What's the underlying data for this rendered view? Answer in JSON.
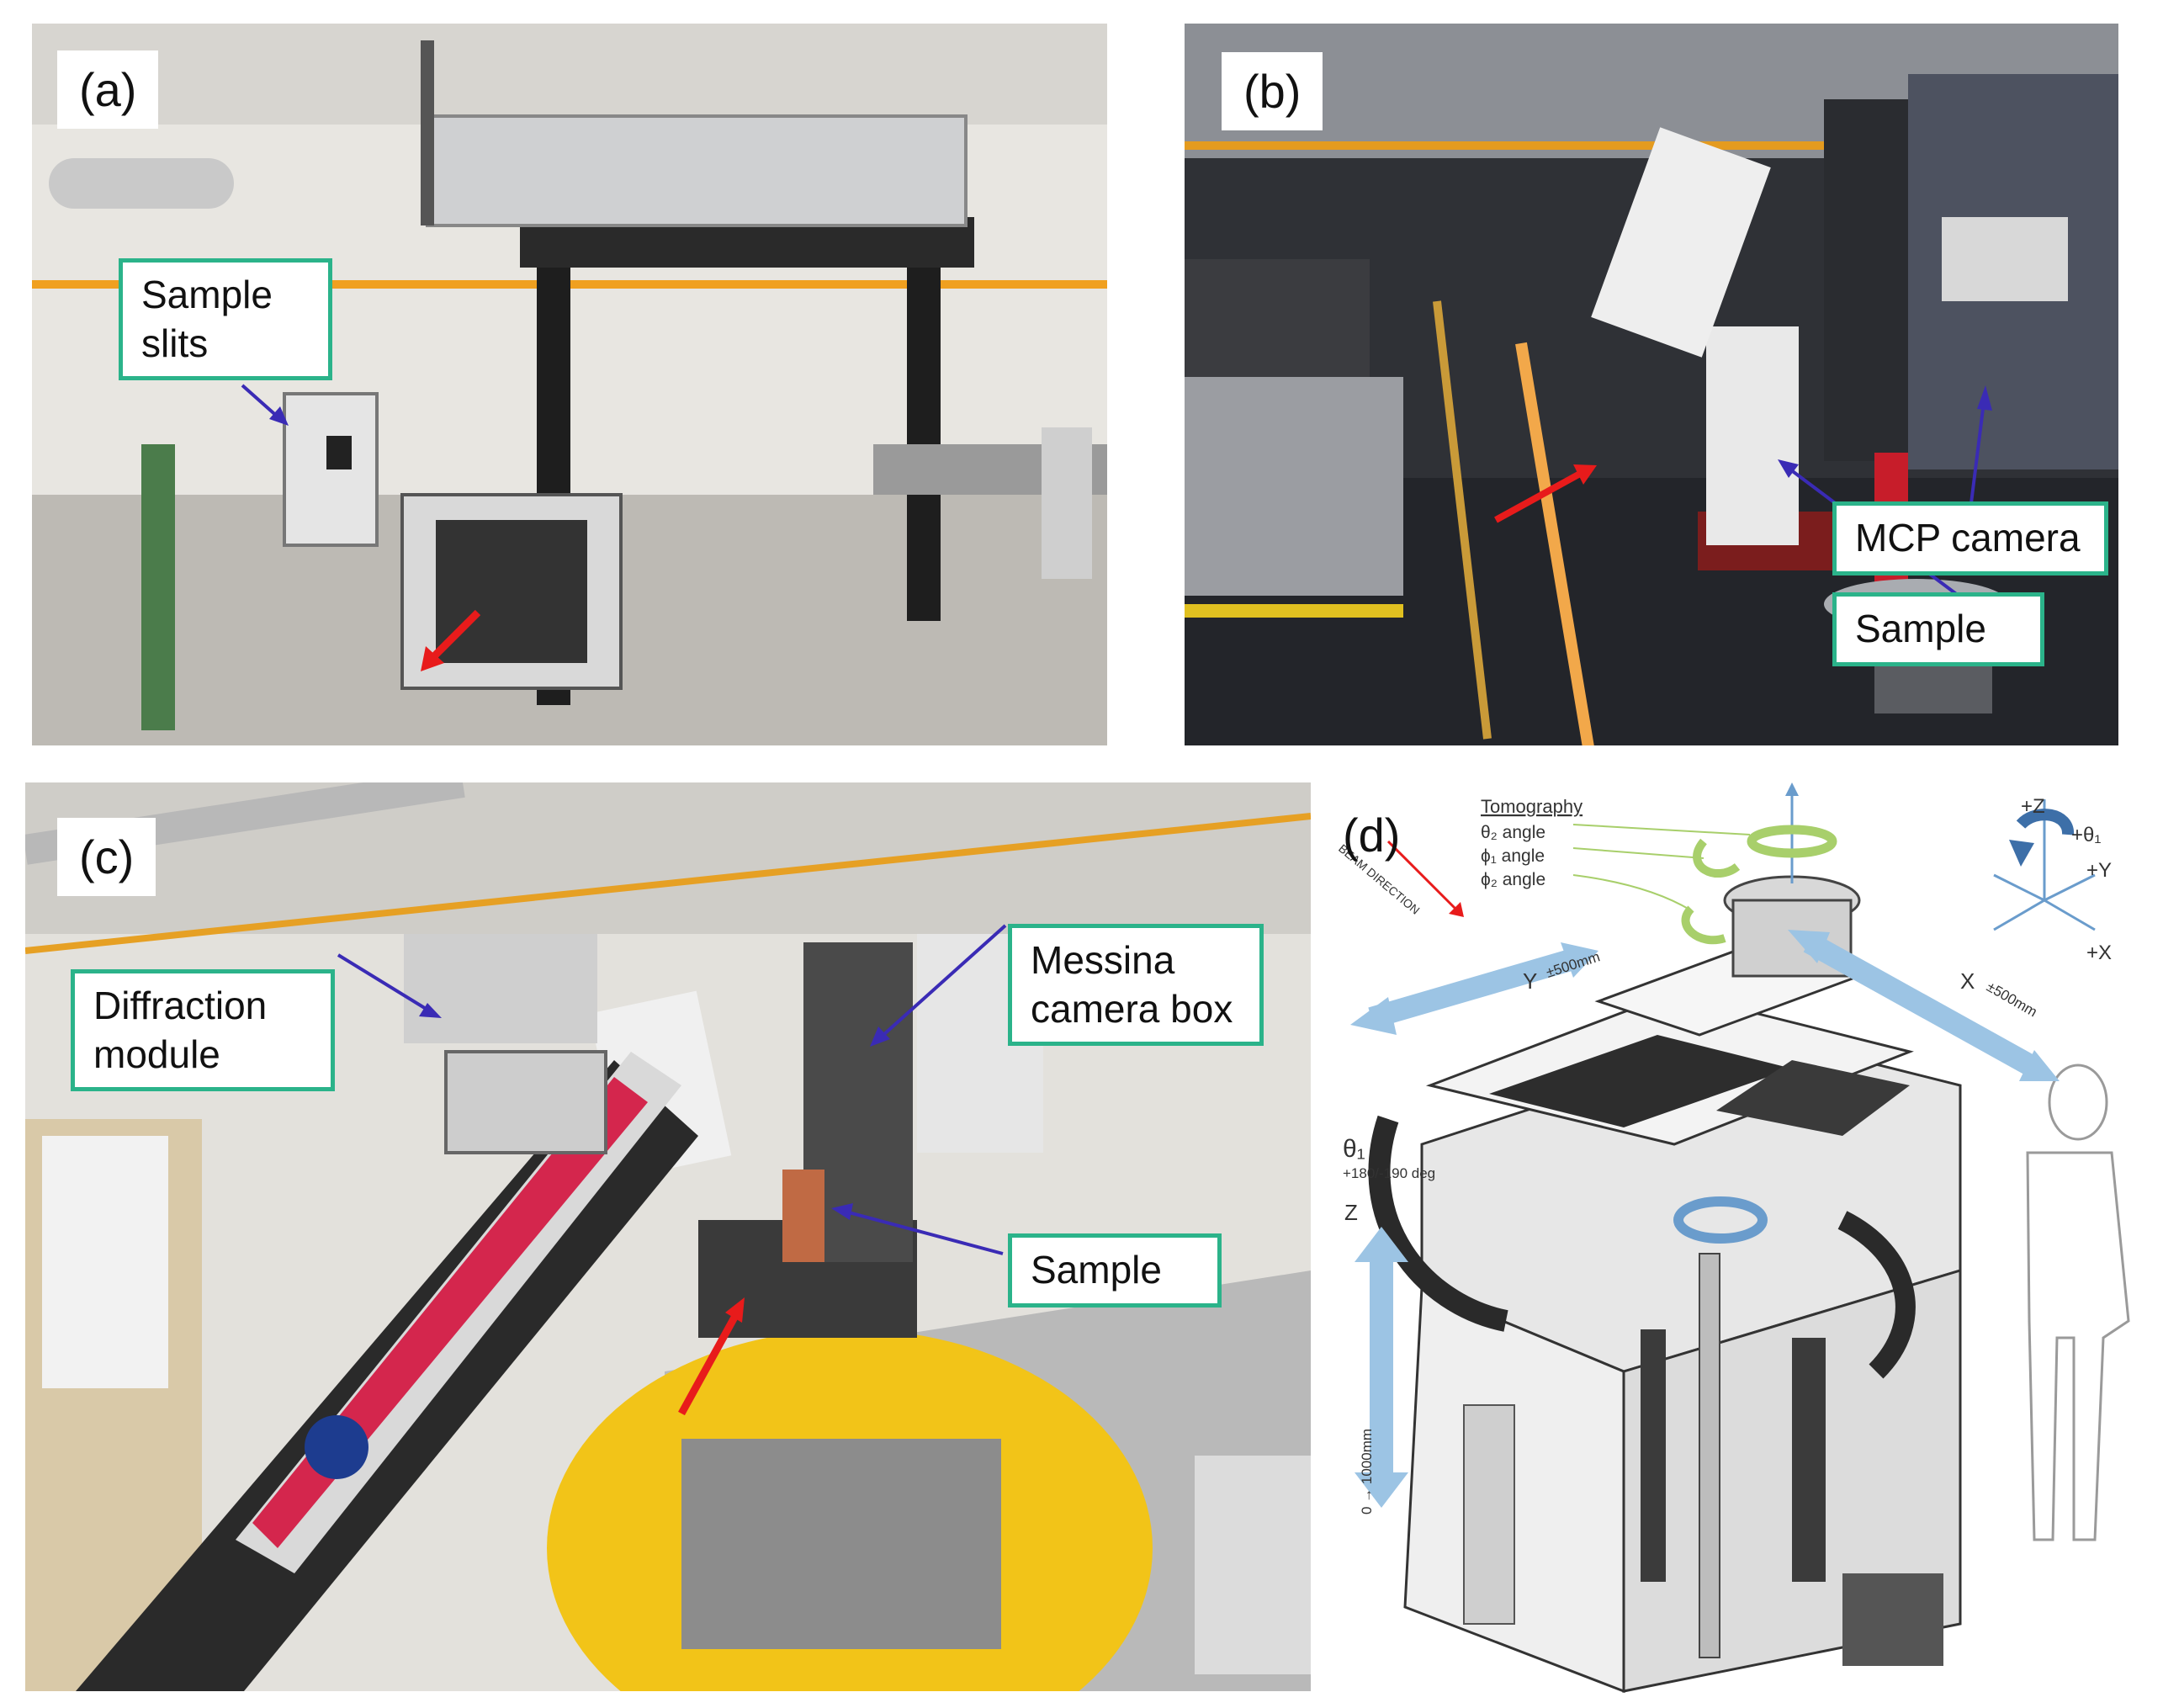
{
  "panels": {
    "a": {
      "letter": "(a)",
      "labels": {
        "sample_slits": "Sample\nslits"
      }
    },
    "b": {
      "letter": "(b)",
      "labels": {
        "mcp_camera": "MCP camera",
        "sample": "Sample"
      }
    },
    "c": {
      "letter": "(c)",
      "labels": {
        "diffraction_module": "Diffraction\nmodule",
        "messina_camera_box": "Messina\ncamera box",
        "sample": "Sample"
      }
    },
    "d": {
      "letter": "(d)",
      "tomography_title": "Tomography",
      "theta2_angle": "θ₂ angle",
      "phi1_angle": "ϕ₁ angle",
      "phi2_angle": "ϕ₂ angle",
      "beam_direction": "BEAM DIRECTION",
      "y_axis": "Y",
      "y_range": "±500mm",
      "x_axis": "X",
      "x_range": "±500mm",
      "z_axis": "Z",
      "z_range": "0 → 1000mm",
      "theta1": "θ₁",
      "theta1_range": "+180/-190 deg",
      "axes": {
        "plus_z": "+Z",
        "plus_theta1": "+θ₁",
        "plus_y": "+Y",
        "plus_x": "+X"
      }
    }
  },
  "colors": {
    "label_border": "#2bb38a",
    "pointer_arrow": "#3a2bb5",
    "beam_arrow": "#e81b1b",
    "motion_arrow": "#9cc4e4"
  }
}
